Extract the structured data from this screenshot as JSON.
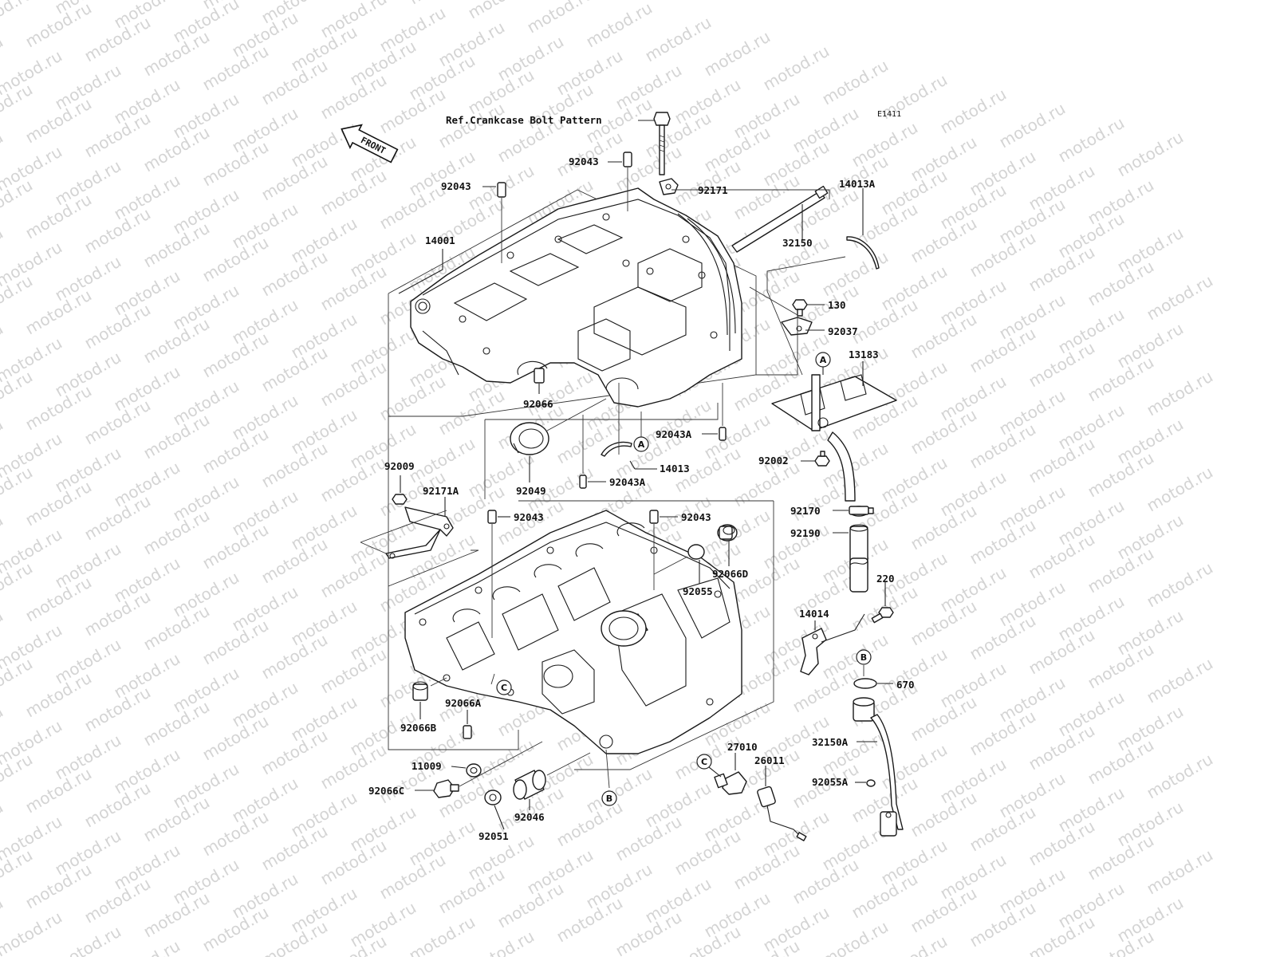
{
  "diagram": {
    "code": "E1411",
    "reference_note": "Ref.Crankcase Bolt Pattern",
    "front_label": "FRONT",
    "watermark": "motod.ru",
    "parts": [
      {
        "id": "92043-top",
        "label": "92043"
      },
      {
        "id": "92171",
        "label": "92171"
      },
      {
        "id": "92043-left",
        "label": "92043"
      },
      {
        "id": "14013A",
        "label": "14013A"
      },
      {
        "id": "14001",
        "label": "14001"
      },
      {
        "id": "32150",
        "label": "32150"
      },
      {
        "id": "130",
        "label": "130"
      },
      {
        "id": "92037",
        "label": "92037"
      },
      {
        "id": "13183",
        "label": "13183"
      },
      {
        "id": "92066",
        "label": "92066"
      },
      {
        "id": "92043A-right",
        "label": "92043A"
      },
      {
        "id": "14013",
        "label": "14013"
      },
      {
        "id": "92002",
        "label": "92002"
      },
      {
        "id": "92049",
        "label": "92049"
      },
      {
        "id": "92043A-lower",
        "label": "92043A"
      },
      {
        "id": "92009",
        "label": "92009"
      },
      {
        "id": "92171A",
        "label": "92171A"
      },
      {
        "id": "92170",
        "label": "92170"
      },
      {
        "id": "92043-mid-left",
        "label": "92043"
      },
      {
        "id": "92043-mid-right",
        "label": "92043"
      },
      {
        "id": "92190",
        "label": "92190"
      },
      {
        "id": "92066D",
        "label": "92066D"
      },
      {
        "id": "92055",
        "label": "92055"
      },
      {
        "id": "220",
        "label": "220"
      },
      {
        "id": "14014",
        "label": "14014"
      },
      {
        "id": "670",
        "label": "670"
      },
      {
        "id": "92066A",
        "label": "92066A"
      },
      {
        "id": "92066B",
        "label": "92066B"
      },
      {
        "id": "32150A",
        "label": "32150A"
      },
      {
        "id": "27010",
        "label": "27010"
      },
      {
        "id": "26011",
        "label": "26011"
      },
      {
        "id": "11009",
        "label": "11009"
      },
      {
        "id": "92055A",
        "label": "92055A"
      },
      {
        "id": "92066C",
        "label": "92066C"
      },
      {
        "id": "92046",
        "label": "92046"
      },
      {
        "id": "92051",
        "label": "92051"
      }
    ],
    "callouts": [
      {
        "id": "A-center",
        "letter": "A"
      },
      {
        "id": "A-right",
        "letter": "A"
      },
      {
        "id": "B-bottom",
        "letter": "B"
      },
      {
        "id": "B-right",
        "letter": "B"
      },
      {
        "id": "C-left",
        "letter": "C"
      },
      {
        "id": "C-bottom",
        "letter": "C"
      }
    ]
  }
}
